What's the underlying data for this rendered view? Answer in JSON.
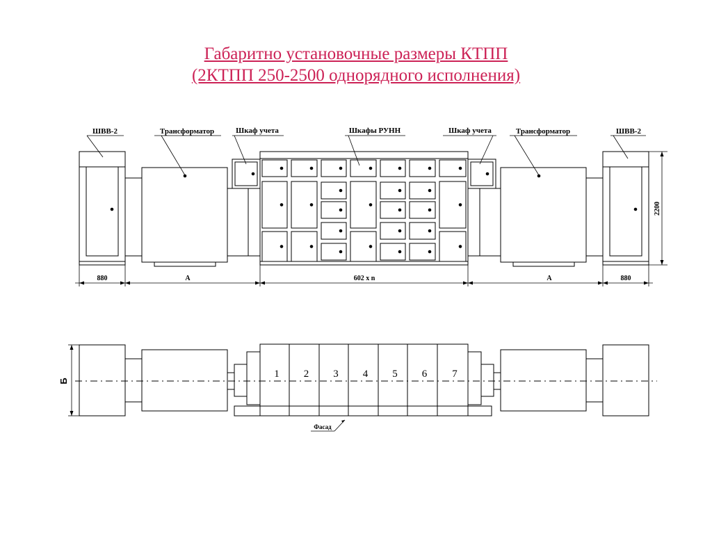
{
  "title": {
    "line1": "Габаритно установочные размеры КТПП",
    "line2": "(2КТПП 250-2500 однорядного исполнения)",
    "color": "#cc2256"
  },
  "labels": {
    "shvv_left": "ШВВ-2",
    "transformer_left": "Трансформатор",
    "meter_left": "Шкаф учета",
    "runn": "Шкафы РУНН",
    "meter_right": "Шкаф учета",
    "transformer_right": "Трансформатор",
    "shvv_right": "ШВВ-2"
  },
  "dimensions": {
    "left_880": "880",
    "left_a": "A",
    "middle": "602 x n",
    "right_a": "A",
    "right_880": "880",
    "height": "2200",
    "depth": "Б"
  },
  "plan": {
    "cabinet_numbers": [
      "1",
      "2",
      "3",
      "4",
      "5",
      "6",
      "7"
    ],
    "facade": "Фасад"
  }
}
